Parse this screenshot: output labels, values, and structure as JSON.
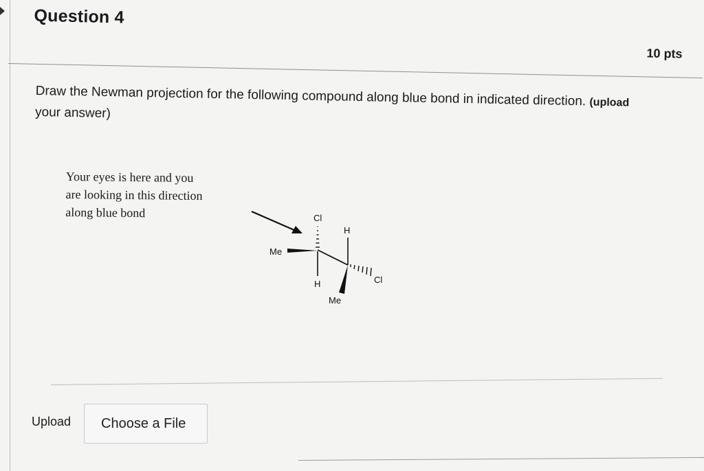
{
  "question": {
    "title": "Question 4",
    "points": "10 pts"
  },
  "prompt": {
    "main_text": "Draw the Newman projection for the following compound along blue bond in indicated direction.",
    "upload_note_part1": "(upload",
    "upload_note_part2": "your answer)"
  },
  "figure": {
    "caption_line1": "Your eyes is here and you",
    "caption_line2": "are looking in this direction",
    "caption_line3": "along blue bond",
    "labels": {
      "left_top": "Cl",
      "left_side": "Me",
      "left_bottom": "H",
      "right_top": "H",
      "right_side": "Cl",
      "right_bottom": "Me"
    },
    "bond_color": "#111111"
  },
  "upload": {
    "label": "Upload",
    "button_label": "Choose a File"
  }
}
